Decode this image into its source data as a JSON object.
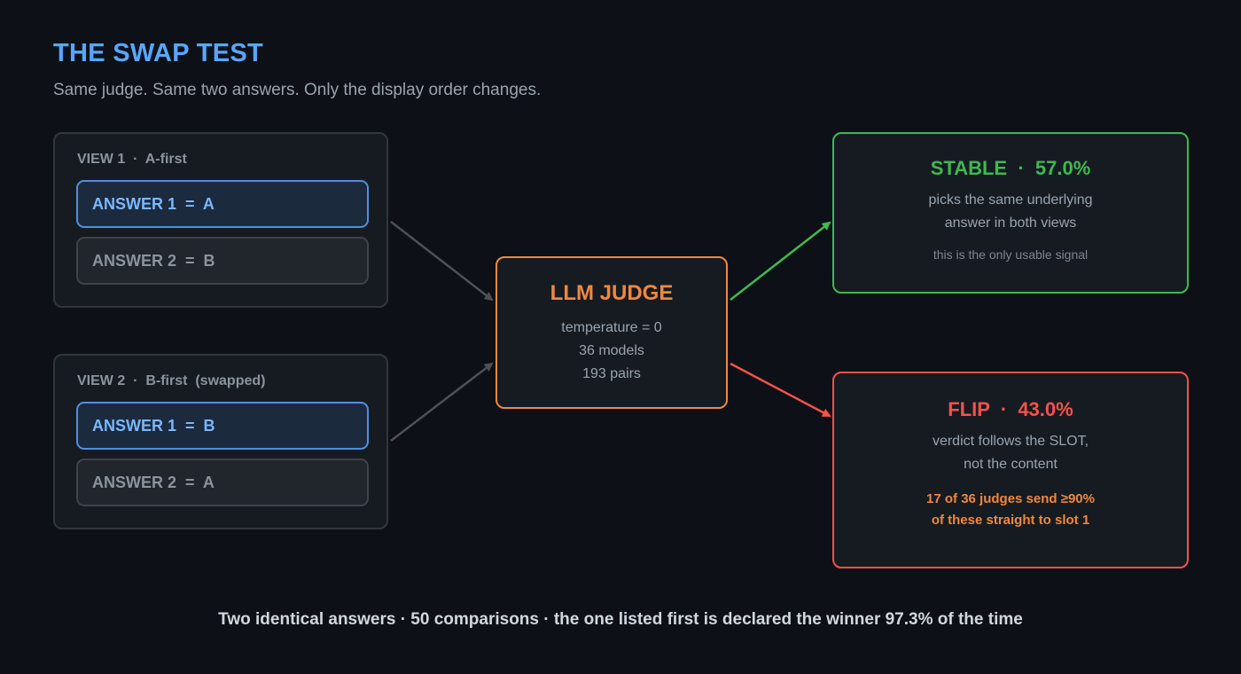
{
  "header": {
    "title": "THE SWAP TEST",
    "subtitle": "Same judge. Same two answers. Only the display order changes."
  },
  "views": [
    {
      "label": "VIEW 1  ·  A-first",
      "slots": [
        "ANSWER 1  =  A",
        "ANSWER 2  =  B"
      ]
    },
    {
      "label": "VIEW 2  ·  B-first  (swapped)",
      "slots": [
        "ANSWER 1  =  B",
        "ANSWER 2  =  A"
      ]
    }
  ],
  "judge": {
    "title": "LLM JUDGE",
    "lines": [
      "temperature = 0",
      "36 models",
      "193 pairs"
    ]
  },
  "outcomes": {
    "stable": {
      "title": "STABLE  ·  57.0%",
      "desc_lines": [
        "picks the same underlying",
        "answer in both views"
      ],
      "note": "this is the only usable signal"
    },
    "flip": {
      "title": "FLIP  ·  43.0%",
      "desc_lines": [
        "verdict follows the SLOT,",
        "not the content"
      ],
      "highlight_lines": [
        "17 of 36 judges send ≥90%",
        "of these straight to slot 1"
      ]
    }
  },
  "footer": "Two identical answers · 50 comparisons · the one listed first is declared the winner 97.3% of the time",
  "colors": {
    "background": "#0d1117",
    "accent_blue": "#58a6ff",
    "judge_orange": "#f0883e",
    "stable_green": "#3fb950",
    "flip_red": "#f85149",
    "arrow_gray": "#4b5159"
  }
}
